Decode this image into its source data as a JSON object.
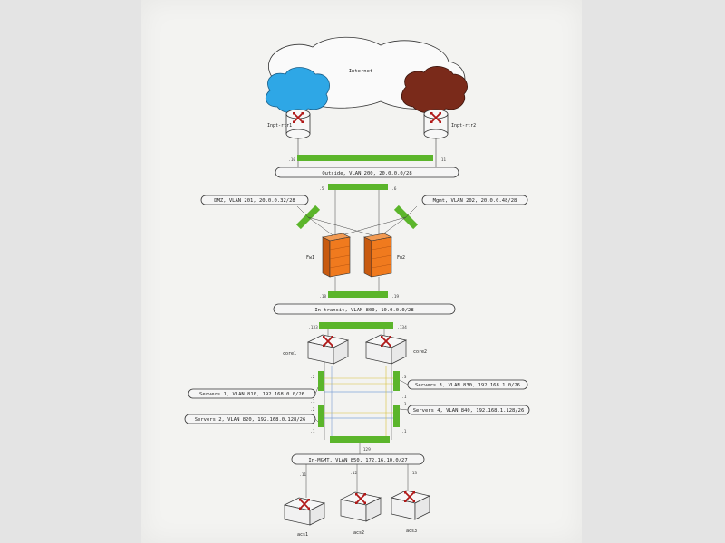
{
  "clouds": {
    "internet": "Internet",
    "isp1_cloud": "",
    "isp2_cloud": ""
  },
  "routers": {
    "isp1": "Inpt-rtr1",
    "isp2": "Inpt-rtr2"
  },
  "segments": {
    "outside": "Outside, VLAN 200, 20.0.0.0/28",
    "dmz": "DMZ, VLAN 201, 20.0.0.32/28",
    "mgmt": "Mgmt, VLAN 202, 20.0.0.48/28",
    "intransit": "In-transit, VLAN 800, 10.0.0.0/28",
    "servers1": "Servers 1, VLAN 810, 192.168.0.0/26",
    "servers2": "Servers 2, VLAN 820, 192.168.0.128/26",
    "servers3": "Servers 3, VLAN 830, 192.168.1.0/26",
    "servers4": "Servers 4, VLAN 840, 192.168.1.128/26",
    "inmgmt": "In-MGMT, VLAN 850, 172.16.10.0/27"
  },
  "firewalls": {
    "fw1": "Fw1",
    "fw2": "Fw2"
  },
  "core": {
    "c1": "core1",
    "c2": "core2"
  },
  "access": {
    "a1": "acs1",
    "a2": "acs2",
    "a3": "acs3"
  },
  "addresses": {
    "r1_out": ".10",
    "r2_out": ".11",
    "fw1_out": ".5",
    "fw2_out": ".6",
    "fw1_in": ".18",
    "fw2_in": ".19",
    "core1_up": ".133",
    "core2_up": ".134",
    "s1_a": ".2",
    "s1_b": ".1",
    "s3_a": ".3",
    "s3_b": ".1",
    "s2_a": ".2",
    "s2_b": ".1",
    "s4_a": ".3",
    "s4_b": ".1",
    "acs1_ip": ".11",
    "acs2_ip": ".12",
    "acs3_ip": ".13",
    "mgmt_a": ".129"
  },
  "colors": {
    "isp1_cloud": "#2ea7e6",
    "isp2_cloud": "#7a2a1a",
    "firewall": "#f07a1e",
    "link_bar": "#5bb52b",
    "device_x": "#b01818"
  }
}
